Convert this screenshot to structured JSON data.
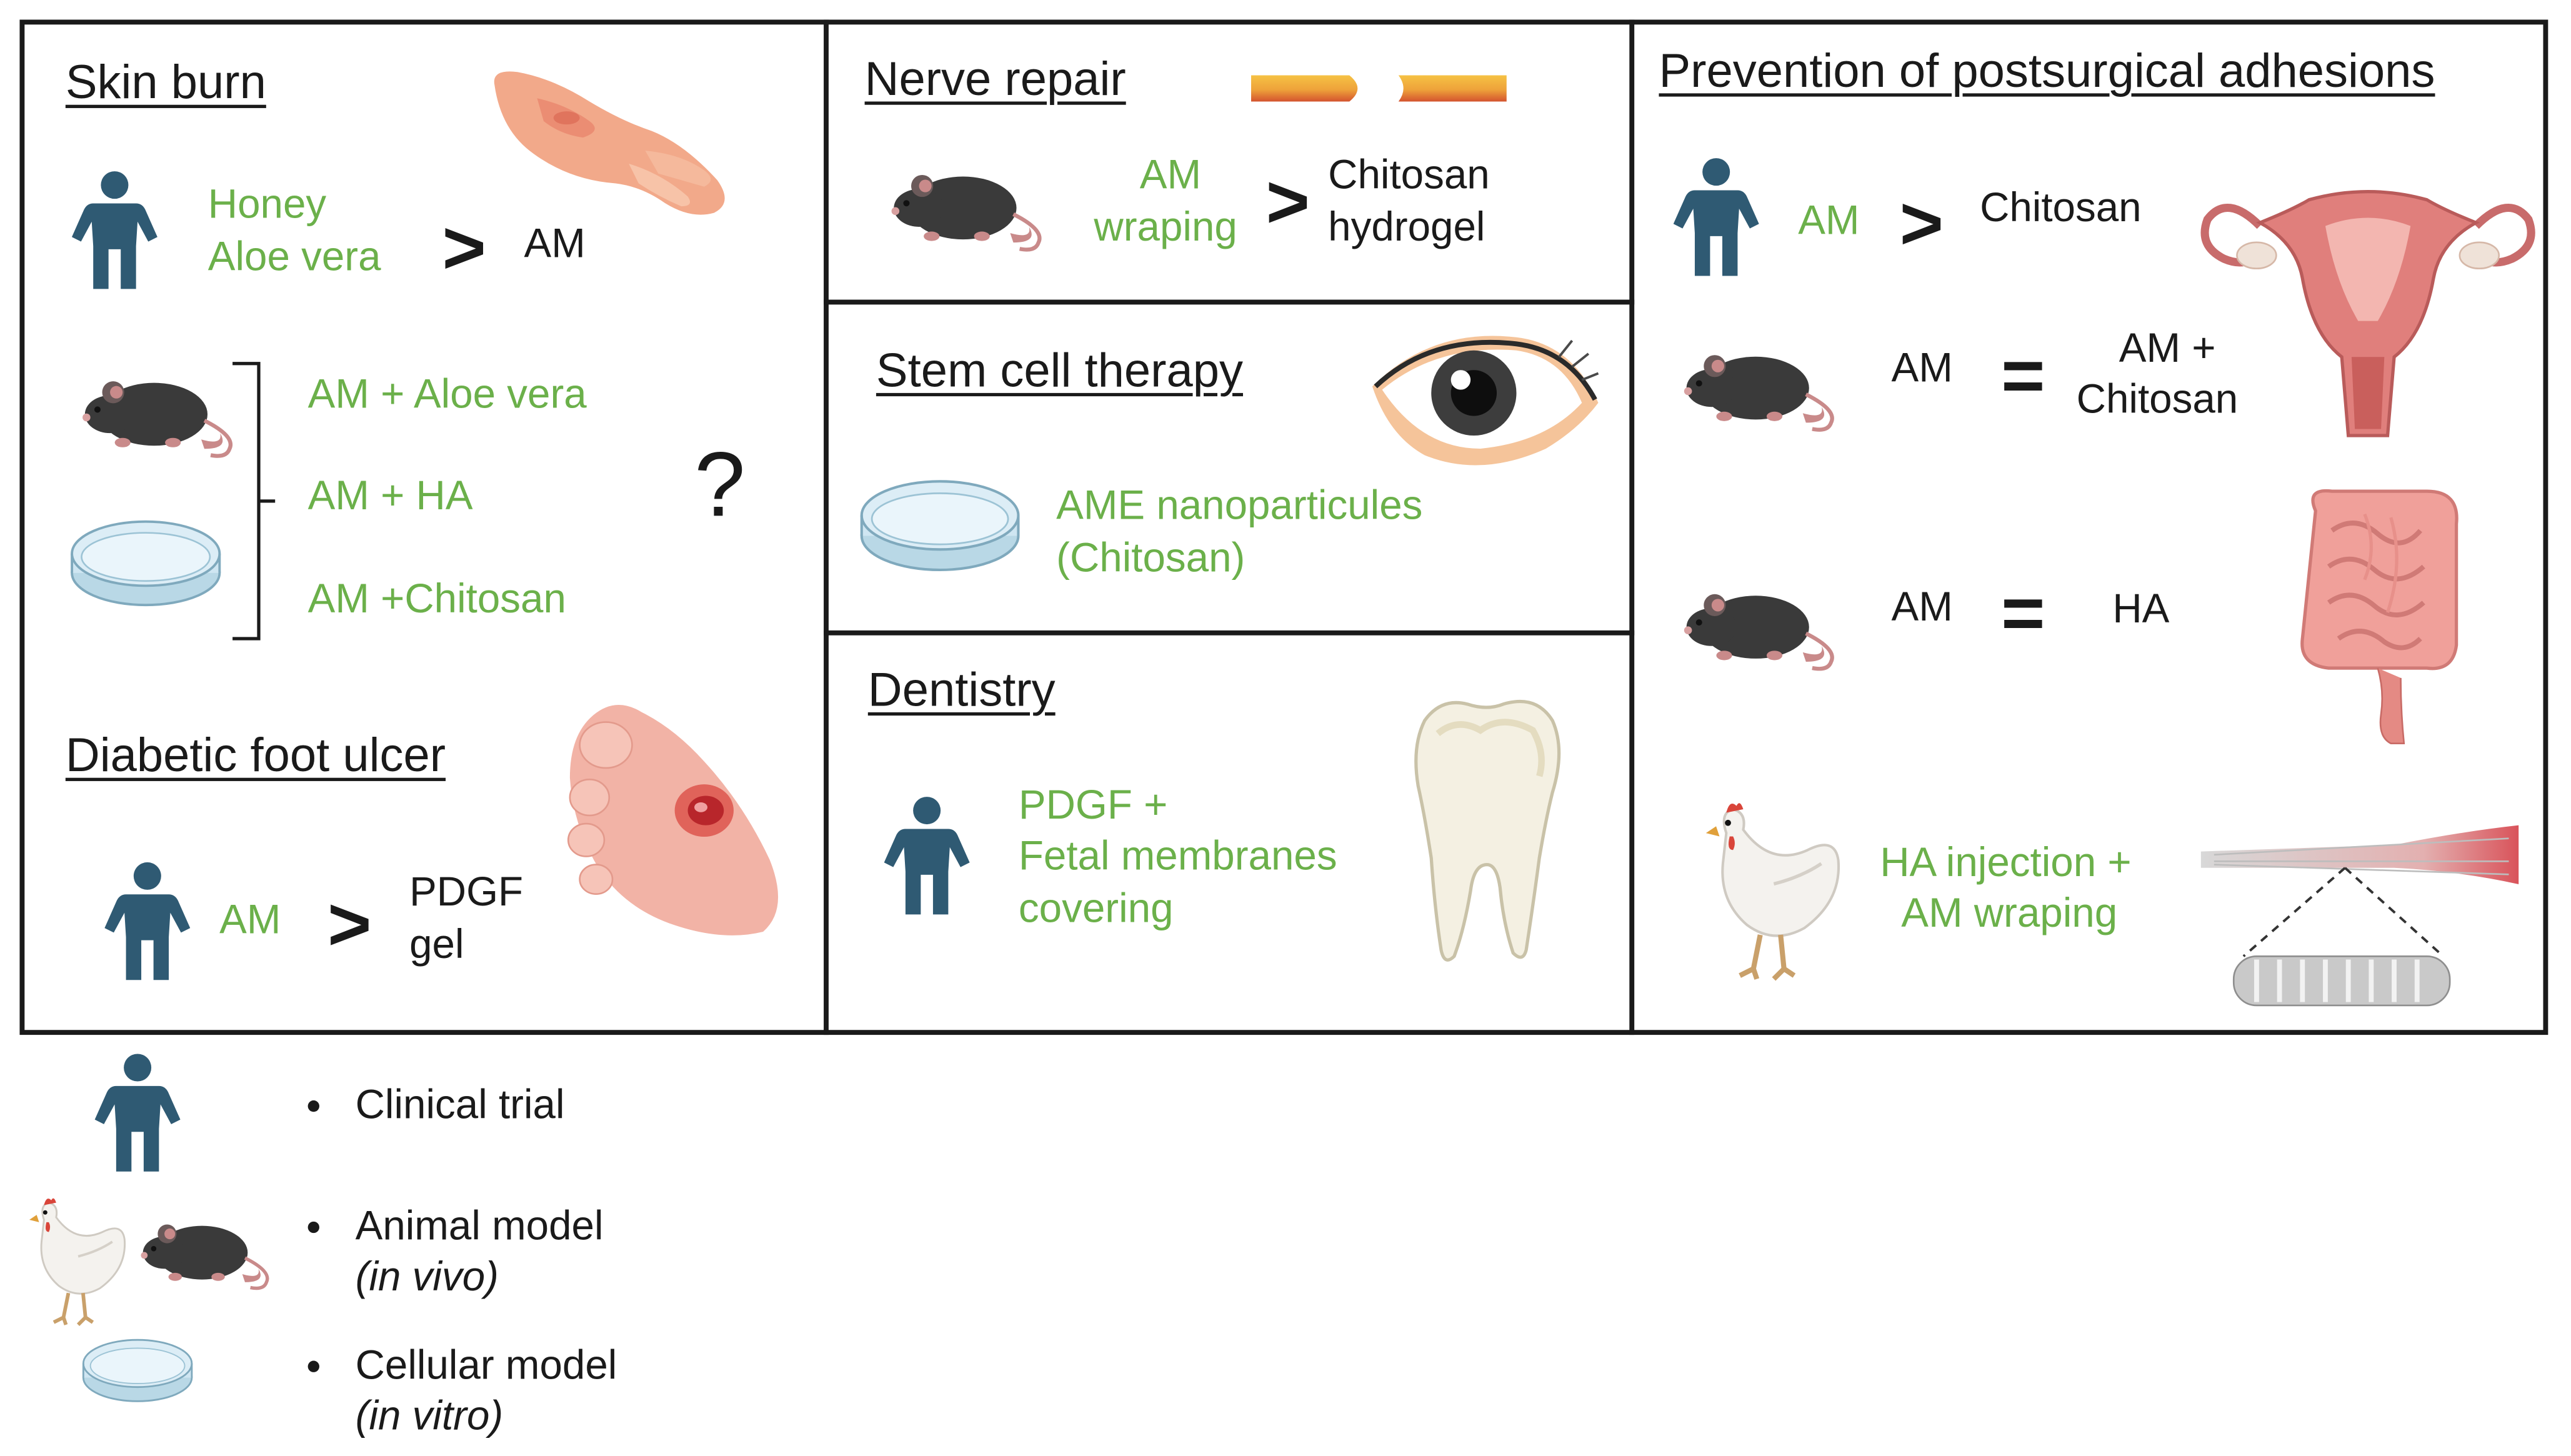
{
  "skin_burn": {
    "title": "Skin burn",
    "clinical_a": "Honey",
    "clinical_b": "Aloe vera",
    "clinical_op": ">",
    "clinical_right": "AM",
    "preclinical_1": "AM + Aloe vera",
    "preclinical_2": "AM + HA",
    "preclinical_3": "AM +Chitosan",
    "question": "?"
  },
  "diabetic_foot": {
    "title": "Diabetic foot ulcer",
    "left": "AM",
    "op": ">",
    "right_1": "PDGF",
    "right_2": "gel"
  },
  "nerve_repair": {
    "title": "Nerve repair",
    "left_1": "AM",
    "left_2": "wraping",
    "op": ">",
    "right_1": "Chitosan",
    "right_2": "hydrogel"
  },
  "stem_cell": {
    "title": "Stem cell therapy",
    "line_1": "AME nanoparticules",
    "line_2": "(Chitosan)"
  },
  "dentistry": {
    "title": "Dentistry",
    "line_1": "PDGF +",
    "line_2": "Fetal membranes",
    "line_3": "covering"
  },
  "adhesions": {
    "title": "Prevention of postsurgical adhesions",
    "r1_left": "AM",
    "r1_op": ">",
    "r1_right": "Chitosan",
    "r2_left": "AM",
    "r2_op": "=",
    "r2_right_1": "AM +",
    "r2_right_2": "Chitosan",
    "r3_left": "AM",
    "r3_op": "=",
    "r3_right": "HA",
    "r4_line_1": "HA injection +",
    "r4_line_2": "AM wraping"
  },
  "legend": {
    "clinical": "Clinical trial",
    "animal_1": "Animal model",
    "animal_2": "(in vivo)",
    "cellular_1": "Cellular model",
    "cellular_2": "(in vitro)"
  },
  "colors": {
    "human": "#2f5a73",
    "green_text": "#6bb04a",
    "mouse": "#3a3a3a",
    "dish": "#cfe6f2"
  }
}
